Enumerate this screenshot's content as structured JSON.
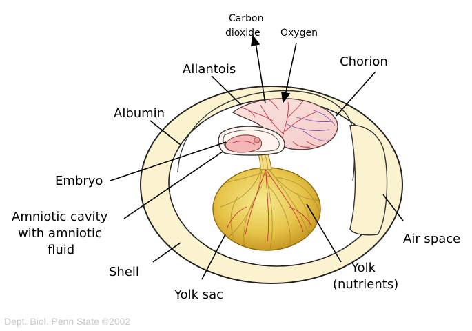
{
  "labels": {
    "carbon_dioxide_line1": "Carbon",
    "carbon_dioxide_line2": "dioxide",
    "oxygen": "Oxygen",
    "allantois": "Allantois",
    "chorion": "Chorion",
    "albumin": "Albumin",
    "embryo": "Embryo",
    "amniotic_line1": "Amniotic cavity",
    "amniotic_line2": "with amniotic",
    "amniotic_line3": "fluid",
    "air_space": "Air space",
    "shell": "Shell",
    "yolk_sac": "Yolk sac",
    "yolk_line1": "Yolk",
    "yolk_line2": "(nutrients)"
  },
  "credit": "Dept. Biol. Penn State ©2002",
  "colors": {
    "shell_fill": "#fbf3cf",
    "albumin_fill": "#ffffff",
    "yolk_light": "#f2e27a",
    "yolk_dark": "#d4a92c",
    "allantois_fill": "#f7d9d6",
    "vessel_red": "#d22a3a",
    "vessel_purple": "#7a4fa6",
    "credit_text": "#c9c9c9"
  }
}
